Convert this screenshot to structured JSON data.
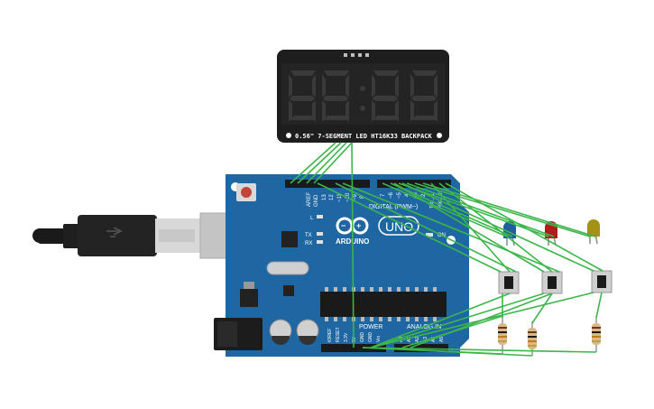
{
  "display": {
    "label": "0.56\" 7-SEGMENT LED HT16K33 BACKPACK",
    "digit_color": "#3a3a3a",
    "body_color": "#1e1e1e"
  },
  "arduino": {
    "board_color": "#1f67a3",
    "logo_text": "ARDUINO",
    "model_text": "UNO",
    "digital_label": "DIGITAL (PWM~)",
    "power_label": "POWER",
    "analog_label": "ANALOG IN",
    "on_label": "ON",
    "pin_aref": "AREF",
    "pin_gnd": "GND",
    "pin_13": "13",
    "pin_12": "12",
    "pin_11": "~11",
    "pin_10": "~10",
    "pin_9": "~9",
    "pin_8": "8",
    "pin_7": "7",
    "pin_6": "~6",
    "pin_5": "~5",
    "pin_4": "4",
    "pin_3": "~3",
    "pin_2": "2",
    "pin_1": "TX→1",
    "pin_0": "RX←0",
    "led_l": "L",
    "led_tx": "TX",
    "led_rx": "RX",
    "pwr_ioref": "IOREF",
    "pwr_reset": "RESET",
    "pwr_3v3": "3.3V",
    "pwr_5v": "5V",
    "pwr_gnd1": "GND",
    "pwr_gnd2": "GND",
    "pwr_vin": "Vin",
    "an_a0": "A0",
    "an_a1": "A1",
    "an_a2": "A2",
    "an_a3": "A3",
    "an_a4": "A4",
    "an_a5": "A5"
  },
  "components": {
    "leds": [
      {
        "color": "#1f5f9e"
      },
      {
        "color": "#b01b1b"
      },
      {
        "color": "#a59213"
      }
    ],
    "buttons": 3,
    "resistors": 3
  },
  "wire_color": "#3cb64a"
}
